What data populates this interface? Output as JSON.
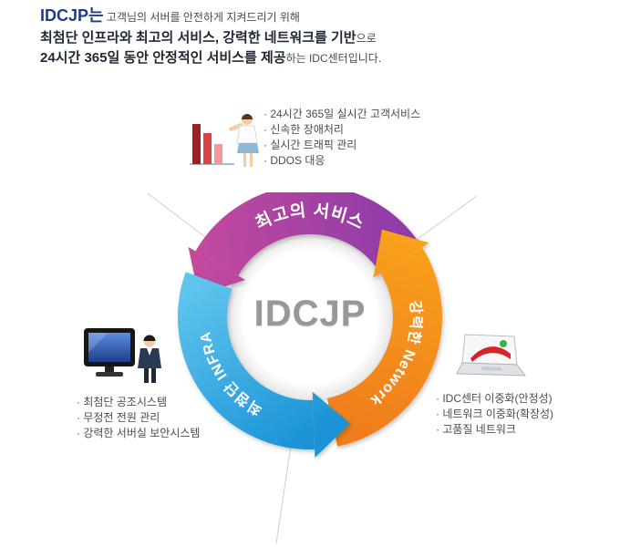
{
  "header": {
    "line1_strong": "IDCJP는",
    "line1_rest": " 고객님의 서버를 안전하게 지켜드리기 위해",
    "line2_strong": "최첨단 인프라와 최고의 서비스, 강력한 네트워크를 기반",
    "line2_rest": "으로",
    "line3_strong": "24시간 365일 동안 안정적인 서비스를 제공",
    "line3_rest": "하는 IDC센터입니다."
  },
  "cycle": {
    "center_label": "IDCJP",
    "segments": [
      {
        "id": "service",
        "label": "최고의 서비스",
        "color_start": "#8d3ca8",
        "color_end": "#c4499d"
      },
      {
        "id": "network",
        "label": "강력한 Network",
        "color_start": "#f9a01a",
        "color_end": "#ef7d1f"
      },
      {
        "id": "infra",
        "label": "최첨단 INFRA",
        "color_start": "#5fc4ee",
        "color_end": "#1a93d6"
      }
    ]
  },
  "features": {
    "service": {
      "icon": "bar-chart-with-agent-illustration",
      "items": [
        "· 24시간 365일 실시간 고객서비스",
        "· 신속한 장애처리",
        "· 실시간 트래픽 관리",
        "· DDOS 대응"
      ]
    },
    "infra": {
      "icon": "monitor-with-engineer-illustration",
      "items": [
        "· 최첨단 공조시스템",
        "· 무정전 전원 관리",
        "· 강력한 서버실 보안시스템"
      ]
    },
    "network": {
      "icon": "laptop-illustration",
      "items": [
        "· IDC센터 이중화(안정성)",
        "· 네트워크 이중화(확장성)",
        "· 고품질 네트워크"
      ]
    }
  }
}
